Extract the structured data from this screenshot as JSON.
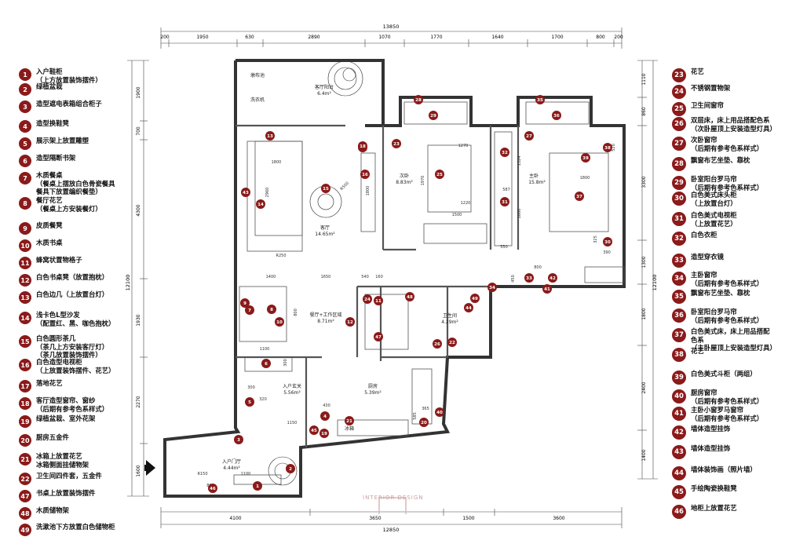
{
  "dimensions": {
    "top_total": "13850",
    "top_segments": [
      "200",
      "1950",
      "630",
      "2890",
      "1070",
      "1770",
      "1640",
      "1700",
      "800",
      "200"
    ],
    "bottom_total": "12850",
    "bottom_segments": [
      "4100",
      "3650",
      "1500",
      "3600"
    ],
    "left_total": "12100",
    "left_segments": [
      "1900",
      "700",
      "4300",
      "1930",
      "2270",
      "1600"
    ],
    "right_total": "12100",
    "right_segments": [
      "1110",
      "860",
      "3300",
      "1300",
      "1800",
      "2400",
      "1400"
    ]
  },
  "rooms": [
    {
      "name": "客厅阳台",
      "area": "6.4m²"
    },
    {
      "name": "次卧",
      "area": "8.83m²"
    },
    {
      "name": "主卧",
      "area": "15.8m²"
    },
    {
      "name": "客厅",
      "area": "14.65m²"
    },
    {
      "name": "餐厅+工作区域",
      "area": "8.71m²"
    },
    {
      "name": "卫生间",
      "area": "4.29m²"
    },
    {
      "name": "入户玄关",
      "area": "5.56m²"
    },
    {
      "name": "厨房",
      "area": "5.39m²"
    },
    {
      "name": "入户门厅",
      "area": "4.44m²"
    }
  ],
  "fixtures": [
    "墩布池",
    "洗衣机",
    "冰箱"
  ],
  "inner_dims": [
    "1800",
    "2960",
    "R500",
    "R250",
    "1400",
    "1650",
    "540",
    "160",
    "800",
    "1100",
    "300",
    "1270",
    "1970",
    "1500",
    "1220",
    "1324",
    "587",
    "1600",
    "550",
    "1800",
    "520",
    "390",
    "325",
    "800",
    "450",
    "430",
    "1150",
    "320",
    "585",
    "365",
    "800",
    "1100",
    "R150",
    "300",
    "1800"
  ],
  "legend_left": [
    {
      "num": "1",
      "text": "入户鞋柜\n（上方放置装饰摆件）"
    },
    {
      "num": "2",
      "text": "绿植盆栽"
    },
    {
      "num": "3",
      "text": "造型遮电表箱组合柜子"
    },
    {
      "num": "4",
      "text": "造型换鞋凳"
    },
    {
      "num": "5",
      "text": "展示架上放置雕塑"
    },
    {
      "num": "6",
      "text": "造型隔断书架"
    },
    {
      "num": "7",
      "text": "木质餐桌\n（餐桌上摆放白色骨瓷餐具\n餐具下放置编织餐垫）"
    },
    {
      "num": "8",
      "text": "餐厅花艺\n（餐桌上方安装餐灯）"
    },
    {
      "num": "9",
      "text": "皮质餐凳"
    },
    {
      "num": "10",
      "text": "木质书桌"
    },
    {
      "num": "11",
      "text": "蜂窝状置物格子"
    },
    {
      "num": "12",
      "text": "白色书桌凳（放置抱枕）"
    },
    {
      "num": "13",
      "text": "白色边几（上放置台灯）"
    },
    {
      "num": "14",
      "text": "浅卡色L型沙发\n（配置红、黑、咖色抱枕）"
    },
    {
      "num": "15",
      "text": "白色圆形茶几\n（茶几上方安装客厅灯）\n（茶几放置装饰摆件）"
    },
    {
      "num": "16",
      "text": "白色造型电视柜\n（上放置装饰摆件、花艺）"
    },
    {
      "num": "17",
      "text": "落地花艺"
    },
    {
      "num": "18",
      "text": "客厅造型窗帘、窗纱\n（后期有参考色系样式）"
    },
    {
      "num": "19",
      "text": "绿植盆栽、室外花架"
    },
    {
      "num": "20",
      "text": "厨房五金件"
    },
    {
      "num": "21",
      "text": "冰箱上放置花艺\n冰箱侧面挂储物架"
    },
    {
      "num": "22",
      "text": "卫生间四件套，五金件"
    },
    {
      "num": "47",
      "text": "书桌上放置装饰摆件"
    },
    {
      "num": "48",
      "text": "木质储物架"
    },
    {
      "num": "49",
      "text": "洗漱池下方放置白色储物柜"
    }
  ],
  "legend_right": [
    {
      "num": "23",
      "text": "花艺"
    },
    {
      "num": "24",
      "text": "不锈钢置物架"
    },
    {
      "num": "25",
      "text": "卫生间窗帘"
    },
    {
      "num": "26",
      "text": "双层床，床上用品搭配色系\n（次卧屋顶上安装造型灯具）"
    },
    {
      "num": "27",
      "text": "次卧窗帘\n（后期有参考色系样式）"
    },
    {
      "num": "28",
      "text": "飘窗布艺坐垫、靠枕"
    },
    {
      "num": "29",
      "text": "卧室阳台罗马帘\n（后期有参考色系样式）"
    },
    {
      "num": "30",
      "text": "白色美式床头柜\n（上放置台灯）"
    },
    {
      "num": "31",
      "text": "白色美式电视柜\n（上放置花艺）"
    },
    {
      "num": "32",
      "text": "白色衣柜"
    },
    {
      "num": "33",
      "text": "造型穿衣镜"
    },
    {
      "num": "34",
      "text": "主卧窗帘\n（后期有参考色系样式）"
    },
    {
      "num": "35",
      "text": "飘窗布艺坐垫、靠枕"
    },
    {
      "num": "36",
      "text": "卧室阳台罗马帘\n（后期有参考色系样式）"
    },
    {
      "num": "37",
      "text": "白色美式床，床上用品搭配\n色系\n（主卧屋顶上安装造型灯具）"
    },
    {
      "num": "38",
      "text": "花艺"
    },
    {
      "num": "39",
      "text": "白色美式斗柜（两组）"
    },
    {
      "num": "40",
      "text": "厨房窗帘\n（后期有参考色系样式）"
    },
    {
      "num": "41",
      "text": "主卧小窗罗马窗帘\n（后期有参考色系样式）"
    },
    {
      "num": "42",
      "text": "墙体造型挂饰"
    },
    {
      "num": "43",
      "text": "墙体造型挂饰"
    },
    {
      "num": "44",
      "text": "墙体装饰画（照片墙）"
    },
    {
      "num": "45",
      "text": "手绘陶瓷换鞋凳"
    },
    {
      "num": "46",
      "text": "地柜上放置花艺"
    }
  ],
  "plan_markers": [
    "1",
    "2",
    "3",
    "4",
    "5",
    "6",
    "7",
    "8",
    "9",
    "10",
    "11",
    "12",
    "13",
    "14",
    "15",
    "16",
    "17",
    "18",
    "19",
    "20",
    "21",
    "22",
    "23",
    "24",
    "25",
    "26",
    "27",
    "28",
    "29",
    "30",
    "31",
    "32",
    "33",
    "34",
    "35",
    "36",
    "37",
    "38",
    "39",
    "40",
    "41",
    "42",
    "43",
    "44",
    "45",
    "46",
    "47",
    "48",
    "49"
  ],
  "watermark": "INTERIOR DESIGN",
  "colors": {
    "marker": "#8b1a1a",
    "wall": "#333333",
    "dim_line": "#444444"
  }
}
